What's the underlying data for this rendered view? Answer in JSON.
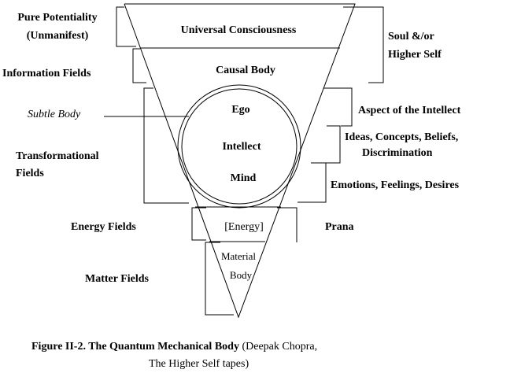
{
  "labels": {
    "pure_potentiality_1": "Pure Potentiality",
    "pure_potentiality_2": "(Unmanifest)",
    "universal_consciousness": "Universal Consciousness",
    "soul_1": "Soul &/or",
    "soul_2": "Higher Self",
    "information_fields": "Information Fields",
    "causal_body": "Causal Body",
    "subtle_body": "Subtle Body",
    "ego": "Ego",
    "aspect_of_intellect": "Aspect of the Intellect",
    "transformational_1": "Transformational",
    "transformational_2": "Fields",
    "intellect": "Intellect",
    "ideas_1": "Ideas, Concepts, Beliefs,",
    "ideas_2": "Discrimination",
    "mind": "Mind",
    "emotions": "Emotions, Feelings, Desires",
    "energy_fields": "Energy Fields",
    "energy": "[Energy]",
    "prana": "Prana",
    "material_1": "Material",
    "material_2": "Body",
    "matter_fields": "Matter Fields"
  },
  "caption": {
    "bold": "Figure II-2.  The Quantum Mechanical Body",
    "rest_1": " (Deepak Chopra,",
    "rest_2": "The Higher Self tapes)"
  }
}
